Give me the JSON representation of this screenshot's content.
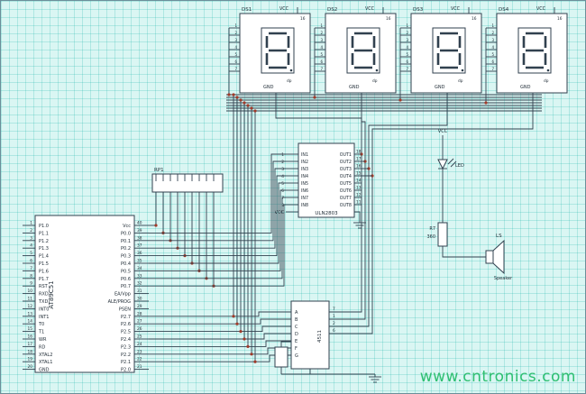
{
  "watermark": "www.cntronics.com",
  "colors": {
    "background": "#daf6f3",
    "grid": "#b5e6e0",
    "wire": "#31414f",
    "text": "#222e38",
    "junction": "#a03a2a",
    "component_fill": "#ffffff",
    "watermark": "#2fbf71"
  },
  "mcu": {
    "name": "AT89C51",
    "left_pins": [
      {
        "num": "1",
        "label": "P1.0"
      },
      {
        "num": "2",
        "label": "P1.1"
      },
      {
        "num": "3",
        "label": "P1.2"
      },
      {
        "num": "4",
        "label": "P1.3"
      },
      {
        "num": "5",
        "label": "P1.4"
      },
      {
        "num": "6",
        "label": "P1.5"
      },
      {
        "num": "7",
        "label": "P1.6"
      },
      {
        "num": "8",
        "label": "P1.7"
      },
      {
        "num": "9",
        "label": "RST"
      },
      {
        "num": "10",
        "label": "RXD"
      },
      {
        "num": "11",
        "label": "TXD"
      },
      {
        "num": "12",
        "label": "INT0"
      },
      {
        "num": "13",
        "label": "INT1"
      },
      {
        "num": "14",
        "label": "T0"
      },
      {
        "num": "15",
        "label": "T1"
      },
      {
        "num": "16",
        "label": "WR"
      },
      {
        "num": "17",
        "label": "RD"
      },
      {
        "num": "18",
        "label": "XTAL2"
      },
      {
        "num": "19",
        "label": "XTAL1"
      },
      {
        "num": "20",
        "label": "GND"
      }
    ],
    "right_pins": [
      {
        "num": "40",
        "label": "Vcc"
      },
      {
        "num": "39",
        "label": "P0.0"
      },
      {
        "num": "38",
        "label": "P0.1"
      },
      {
        "num": "37",
        "label": "P0.2"
      },
      {
        "num": "36",
        "label": "P0.3"
      },
      {
        "num": "35",
        "label": "P0.4"
      },
      {
        "num": "34",
        "label": "P0.5"
      },
      {
        "num": "33",
        "label": "P0.6"
      },
      {
        "num": "32",
        "label": "P0.7"
      },
      {
        "num": "31",
        "label": "EA/Vpp"
      },
      {
        "num": "30",
        "label": "ALE/PROG"
      },
      {
        "num": "29",
        "label": "PSEN"
      },
      {
        "num": "28",
        "label": "P2.7"
      },
      {
        "num": "27",
        "label": "P2.6"
      },
      {
        "num": "26",
        "label": "P2.5"
      },
      {
        "num": "25",
        "label": "P2.4"
      },
      {
        "num": "24",
        "label": "P2.3"
      },
      {
        "num": "23",
        "label": "P2.2"
      },
      {
        "num": "22",
        "label": "P2.1"
      },
      {
        "num": "21",
        "label": "P2.0"
      }
    ]
  },
  "rp": {
    "label": "RP1"
  },
  "uln": {
    "name": "ULN2803",
    "vcc": "VCC",
    "left_pins": [
      {
        "num": "1",
        "label": "IN1"
      },
      {
        "num": "2",
        "label": "IN2"
      },
      {
        "num": "3",
        "label": "IN3"
      },
      {
        "num": "4",
        "label": "IN4"
      },
      {
        "num": "5",
        "label": "IN5"
      },
      {
        "num": "6",
        "label": "IN6"
      },
      {
        "num": "7",
        "label": "IN7"
      },
      {
        "num": "8",
        "label": "IN8"
      }
    ],
    "right_pins": [
      {
        "num": "18",
        "label": "OUT1"
      },
      {
        "num": "17",
        "label": "OUT2"
      },
      {
        "num": "16",
        "label": "OUT3"
      },
      {
        "num": "15",
        "label": "OUT4"
      },
      {
        "num": "14",
        "label": "OUT5"
      },
      {
        "num": "13",
        "label": "OUT6"
      },
      {
        "num": "12",
        "label": "OUT7"
      },
      {
        "num": "11",
        "label": "OUT8"
      }
    ]
  },
  "decoder": {
    "name": "4511",
    "outputs": [
      "A",
      "B",
      "C",
      "D",
      "E",
      "F",
      "G"
    ],
    "input_nums": [
      "7",
      "1",
      "2",
      "6"
    ]
  },
  "displays": {
    "titles": [
      "DS1",
      "DS2",
      "DS3",
      "DS4"
    ],
    "vcc": "VCC",
    "vcc_pin": "16",
    "gnd": "GND",
    "dp": "dp",
    "pin_nums": [
      "1",
      "2",
      "3",
      "4",
      "5",
      "6",
      "7"
    ]
  },
  "led": {
    "label": "LED",
    "vcc": "VCC"
  },
  "resistor": {
    "ref": "R7",
    "value": "360"
  },
  "speaker": {
    "ref": "LS",
    "label": "Speaker"
  }
}
